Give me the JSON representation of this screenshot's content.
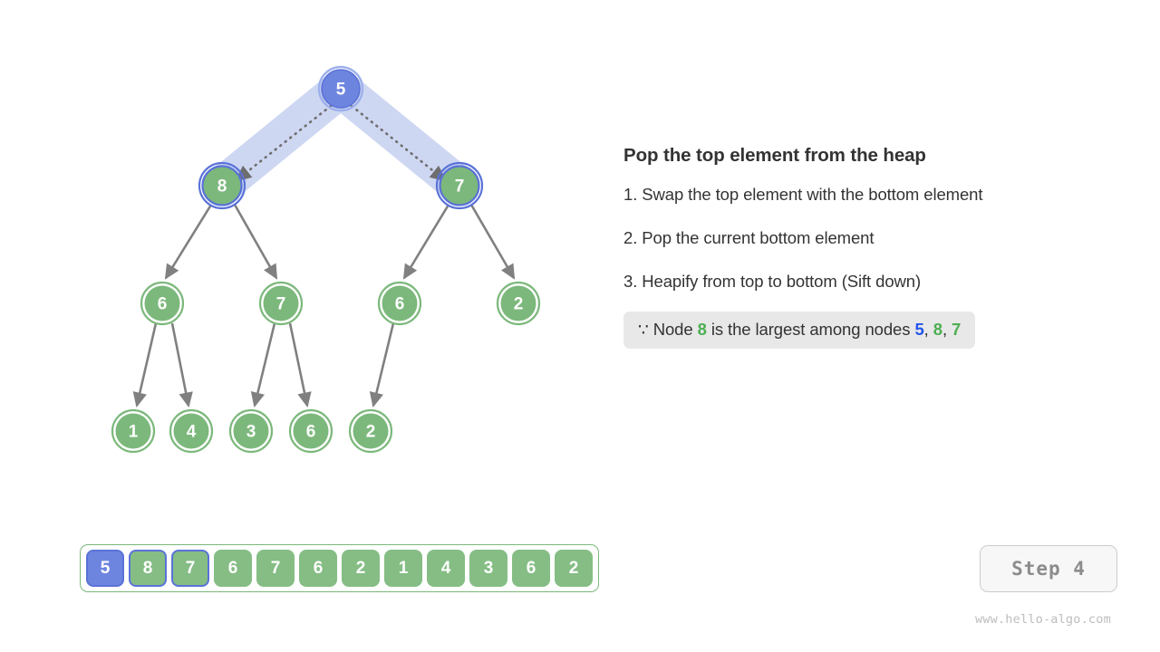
{
  "diagram": {
    "type": "binary-heap-tree",
    "title": "Pop the top element from the heap",
    "tree": {
      "levels": [
        [
          {
            "value": "5",
            "state": "swap-target-blue"
          }
        ],
        [
          {
            "value": "8",
            "state": "highlight-ring"
          },
          {
            "value": "7",
            "state": "highlight-ring"
          }
        ],
        [
          {
            "value": "6",
            "state": "normal"
          },
          {
            "value": "7",
            "state": "normal"
          },
          {
            "value": "6",
            "state": "normal"
          },
          {
            "value": "2",
            "state": "normal"
          }
        ],
        [
          {
            "value": "1",
            "state": "normal"
          },
          {
            "value": "4",
            "state": "normal"
          },
          {
            "value": "3",
            "state": "normal"
          },
          {
            "value": "6",
            "state": "normal"
          },
          {
            "value": "2",
            "state": "normal"
          }
        ]
      ],
      "root_value": "5",
      "left_child_value": "8",
      "right_child_value": "7"
    }
  },
  "panel": {
    "title": "Pop the top element from the heap",
    "steps": [
      "1. Swap the top element with the bottom element",
      "2. Pop the current bottom element",
      "3. Heapify from top to bottom (Sift down)"
    ],
    "note": {
      "symbol": "∵",
      "text_before": "Node",
      "subject": "8",
      "text_middle": "is the largest among nodes",
      "candidates": [
        "5",
        "8",
        "7"
      ],
      "separator": ", "
    }
  },
  "array": {
    "cells": [
      {
        "value": "5",
        "style": "fill-blue"
      },
      {
        "value": "8",
        "style": "ring-blue"
      },
      {
        "value": "7",
        "style": "ring-blue"
      },
      {
        "value": "6",
        "style": "normal"
      },
      {
        "value": "7",
        "style": "normal"
      },
      {
        "value": "6",
        "style": "normal"
      },
      {
        "value": "2",
        "style": "normal"
      },
      {
        "value": "1",
        "style": "normal"
      },
      {
        "value": "4",
        "style": "normal"
      },
      {
        "value": "3",
        "style": "normal"
      },
      {
        "value": "6",
        "style": "normal"
      },
      {
        "value": "2",
        "style": "normal"
      }
    ]
  },
  "footer": {
    "step_label": "Step 4",
    "watermark": "www.hello-algo.com"
  },
  "colors": {
    "node_green": "#7cb87c",
    "node_blue": "#6e85e0",
    "ring_blue": "#5a72d8",
    "band_lavender": "#ccd5f2",
    "edge_gray": "#808080",
    "text_dark": "#333333",
    "green_text": "#4caf50",
    "blue_text": "#2255ee",
    "note_bg": "#e8e8e8",
    "badge_gray": "#8c8c8c"
  }
}
